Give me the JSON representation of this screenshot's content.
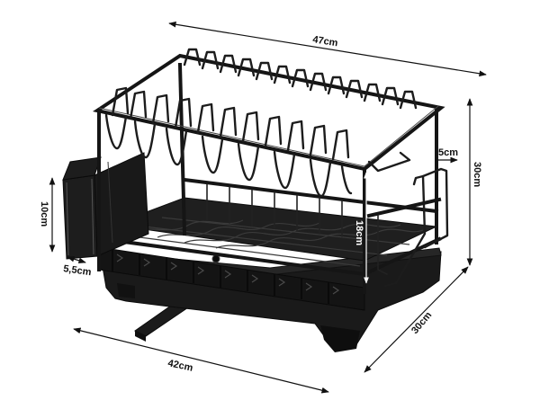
{
  "product": {
    "name": "two-tier dish drying rack",
    "color": "#1a1a1a"
  },
  "dimensions": {
    "overall_width": {
      "label": "47cm",
      "value": 47,
      "unit": "cm"
    },
    "overall_height": {
      "label": "30cm",
      "value": 30,
      "unit": "cm"
    },
    "side_offset": {
      "label": "5cm",
      "value": 5,
      "unit": "cm"
    },
    "tier_spacing": {
      "label": "18cm",
      "value": 18,
      "unit": "cm"
    },
    "utensil_cup_height": {
      "label": "10cm",
      "value": 10,
      "unit": "cm"
    },
    "utensil_cup_width": {
      "label": "5,5cm",
      "value": 5.5,
      "unit": "cm"
    },
    "base_length": {
      "label": "42cm",
      "value": 42,
      "unit": "cm"
    },
    "base_depth": {
      "label": "30cm",
      "value": 30,
      "unit": "cm"
    }
  },
  "colors": {
    "background": "#ffffff",
    "annotation": "#111111",
    "rack": "#1a1a1a",
    "inner_annotation": "#ffffff"
  }
}
